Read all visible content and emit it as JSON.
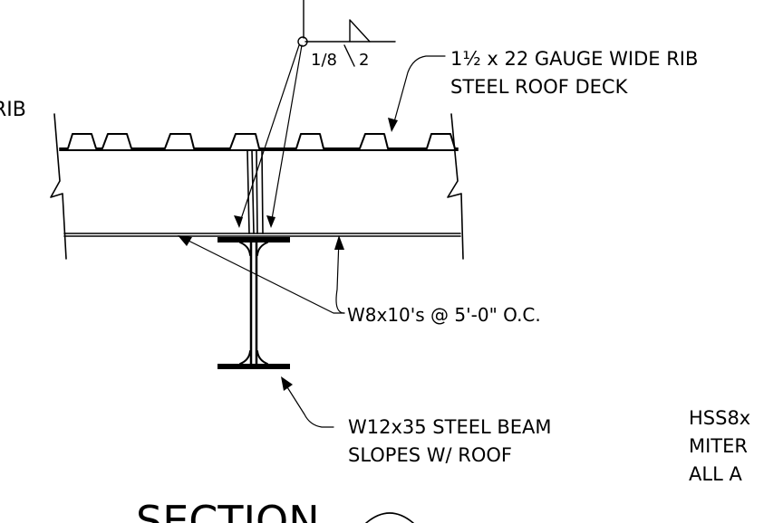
{
  "notes": {
    "deck_line1": "1½ x 22 GAUGE WIDE RIB",
    "deck_line2": "STEEL ROOF DECK",
    "rib_fragment": "RIB",
    "joists": "W8x10's @ 5'-0\" O.C.",
    "beam_line1": "W12x35 STEEL BEAM",
    "beam_line2": "SLOPES W/ ROOF",
    "hss_line1": "HSS8x",
    "hss_line2": "MITER",
    "hss_line3": "ALL A",
    "section_title": "SECTION"
  },
  "weld_symbol": {
    "size": "1/8",
    "length": "2"
  }
}
